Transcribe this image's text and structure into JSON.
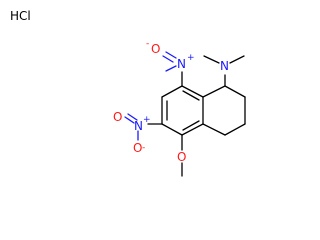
{
  "molecule": {
    "salt": "HCl",
    "atoms": {
      "n_nitro_top": "N",
      "n_nitro_left": "N",
      "n_amine": "N",
      "o_top": "O",
      "o_left": "O",
      "o_bottom": "O",
      "o_methoxy": "O",
      "plus_top": "+",
      "plus_left": "+",
      "minus_top": "-",
      "minus_bottom": "-"
    }
  },
  "colors": {
    "carbon": "#000000",
    "nitrogen": "#1a1aff",
    "oxygen": "#ff1a1a",
    "background": "#ffffff"
  }
}
